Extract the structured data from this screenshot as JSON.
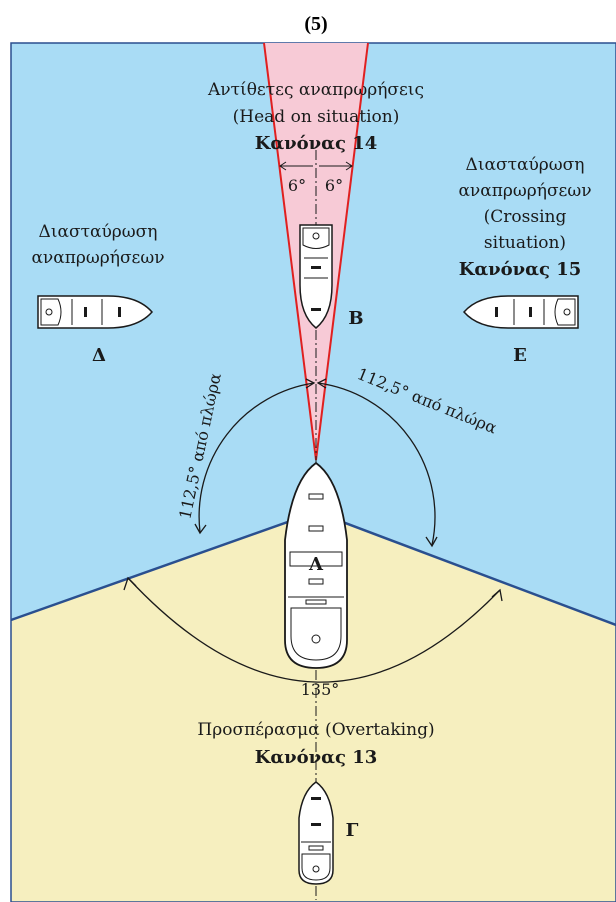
{
  "header": {
    "label": "(5)"
  },
  "head_on": {
    "title": "Αντίθετες αναπρωρήσεις",
    "subtitle": "(Head on situation)",
    "rule": "Κανόνας 14",
    "angle_left": "6°",
    "angle_right": "6°"
  },
  "crossing_left": {
    "line1": "Διασταύρωση",
    "line2": "αναπρωρήσεων"
  },
  "crossing_right": {
    "line1": "Διασταύρωση",
    "line2": "αναπρωρήσεων",
    "line3": "(Crossing",
    "line4": "situation)",
    "rule": "Κανόνας 15"
  },
  "angles": {
    "left_sector": "112,5° από πλώρα",
    "right_sector": "112,5° από πλώρα",
    "stern_sector": "135°"
  },
  "overtaking": {
    "title": "Προσπέρασμα (Overtaking)",
    "rule": "Κανόνας 13"
  },
  "vessels": {
    "a": "Α",
    "b": "Β",
    "gamma": "Γ",
    "delta": "Δ",
    "e": "Ε"
  },
  "colors": {
    "water": "#a9dcf5",
    "stern_sector": "#f6efbf",
    "head_on_sector": "#f7cad6",
    "sector_edge": "#e02020",
    "boundary": "#2a4f8f"
  }
}
